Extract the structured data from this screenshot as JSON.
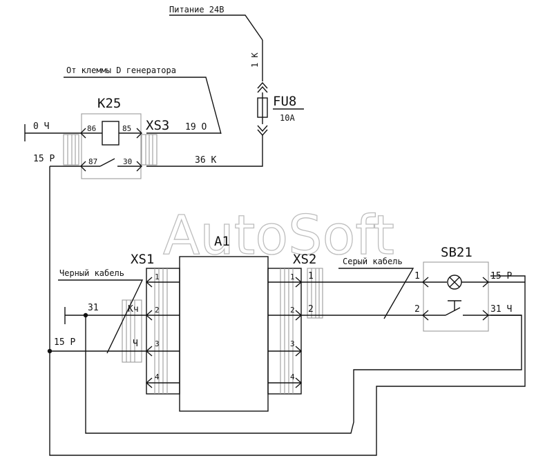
{
  "labels": {
    "power": "Питание 24В",
    "power_wire": "1 К",
    "gen_terminal": "От клеммы D генератора",
    "relay": "K25",
    "relay_pin_86": "86",
    "relay_pin_85": "85",
    "relay_pin_87": "87",
    "relay_pin_30": "30",
    "connector_xs3": "XS3",
    "wire_0ch": "0 Ч",
    "wire_15r_top": "15 Р",
    "wire_19o": "19 О",
    "wire_36k": "36 К",
    "fuse": "FU8",
    "fuse_rating": "10A",
    "unit_a1": "A1",
    "connector_xs1": "XS1",
    "connector_xs2": "XS2",
    "switch": "SB21",
    "black_cable": "Черный кабель",
    "grey_cable": "Серый кабель",
    "wire_31": "31",
    "wire_kch": "Кч",
    "wire_15r_mid": "15 Р",
    "wire_ch": "Ч",
    "xs1_pin1": "1",
    "xs1_pin2": "2",
    "xs1_pin3": "3",
    "xs1_pin4": "4",
    "xs2_pin1": "1",
    "xs2_pin2": "2",
    "xs2_pin3": "3",
    "xs2_pin4": "4",
    "line_1": "1",
    "line_2": "2",
    "sb_in1": "1",
    "sb_in2": "2",
    "sb_out_15r": "15 Р",
    "sb_out_31ch": "31 Ч",
    "watermark": "AutoSoft"
  }
}
